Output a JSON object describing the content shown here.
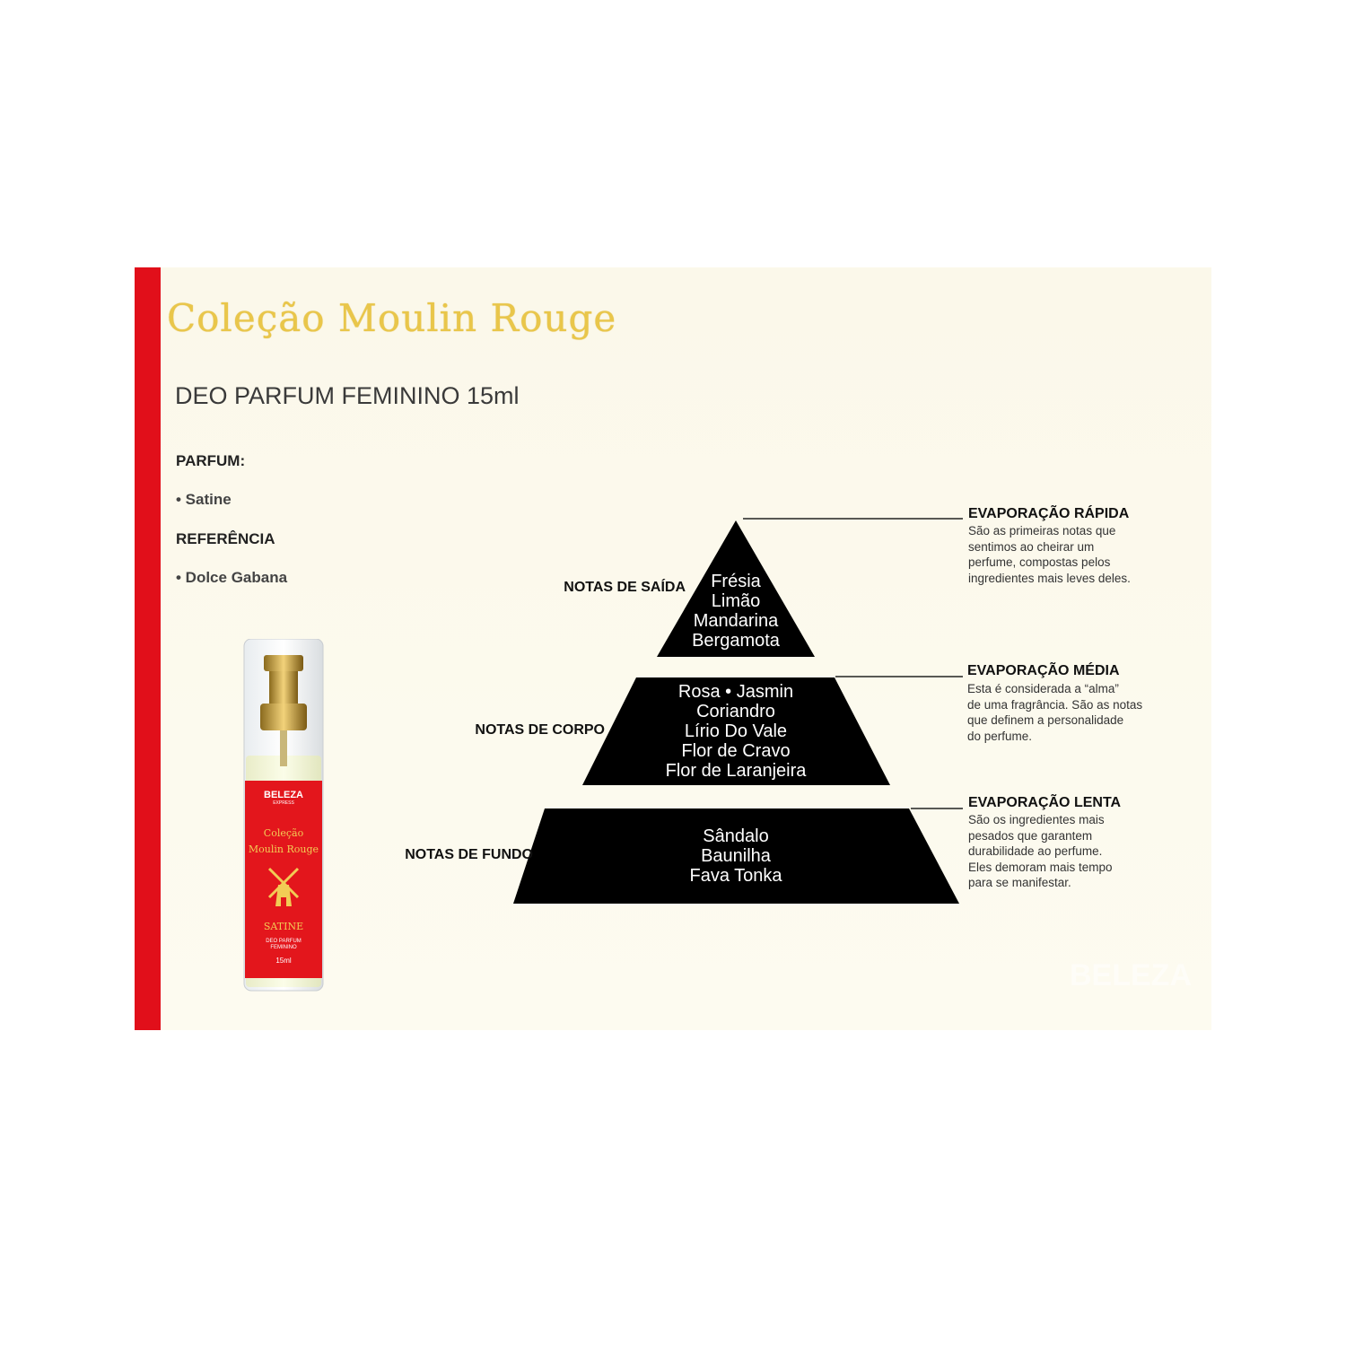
{
  "header": {
    "title": "Coleção Moulin Rouge",
    "subtitle": "DEO PARFUM FEMININO 15ml"
  },
  "info": {
    "parfum_label": "PARFUM:",
    "parfum_value": "• Satine",
    "referencia_label": "REFERÊNCIA",
    "referencia_value": "• Dolce Gabana"
  },
  "bottle": {
    "brand": "BELEZA",
    "brand_sub": "EXPRESS",
    "line1": "Coleção",
    "line2": "Moulin Rouge",
    "name": "SATINE",
    "type1": "DEO PARFUM",
    "type2": "FEMININO",
    "volume": "15ml"
  },
  "pyramid": {
    "top": {
      "label": "NOTAS DE SAÍDA",
      "notes": [
        "Frésia",
        "Limão",
        "Mandarina",
        "Bergamota"
      ],
      "evap_title": "EVAPORAÇÃO RÁPIDA",
      "evap_desc": "São as primeiras notas que\nsentimos ao cheirar um\nperfume, compostas pelos\ningredientes mais leves deles."
    },
    "middle": {
      "label": "NOTAS DE CORPO",
      "notes": [
        "Rosa • Jasmin",
        "Coriandro",
        "Lírio Do Vale",
        "Flor de Cravo",
        "Flor de Laranjeira"
      ],
      "evap_title": "EVAPORAÇÃO MÉDIA",
      "evap_desc": "Esta é considerada a “alma”\nde uma fragrância. São as notas\nque definem a personalidade\ndo perfume."
    },
    "bottom": {
      "label": "NOTAS DE FUNDO",
      "notes": [
        "Sândalo",
        "Baunilha",
        "Fava Tonka"
      ],
      "evap_title": "EVAPORAÇÃO LENTA",
      "evap_desc": "São os ingredientes mais\npesados que garantem\ndurabilidade ao  perfume.\nEles demoram mais tempo\npara se manifestar."
    }
  },
  "watermark": "BELEZA",
  "colors": {
    "accent_red": "#e10f1a",
    "title_gold": "#e9c64a",
    "pyramid": "#000000"
  }
}
